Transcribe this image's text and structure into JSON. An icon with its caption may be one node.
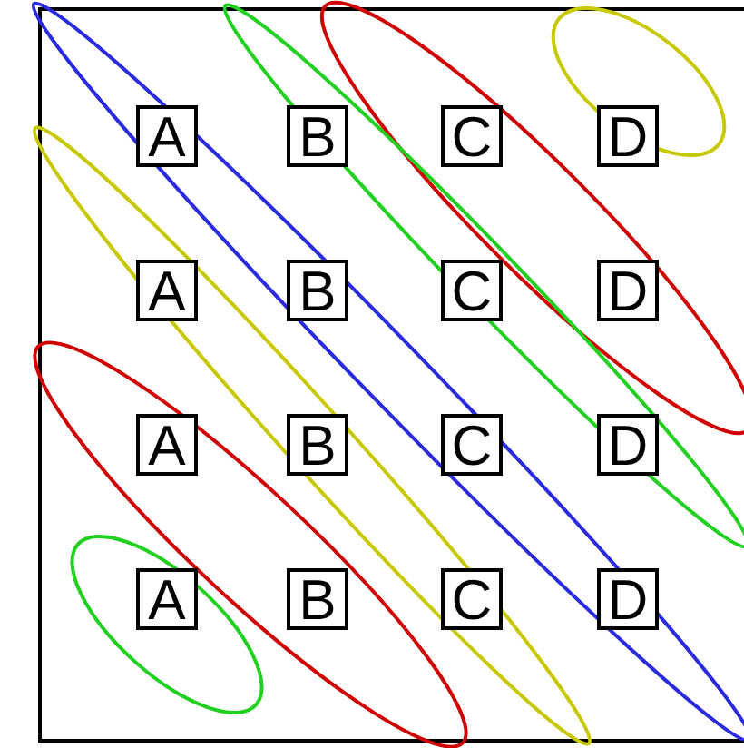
{
  "diagram": {
    "nodes": [
      {
        "text": [
          "A"
        ]
      },
      {
        "text": [
          "B"
        ]
      },
      {
        "text": [
          "C"
        ]
      },
      {
        "text": [
          "D"
        ]
      },
      {
        "text": [
          "A"
        ]
      },
      {
        "text": [
          "B"
        ]
      },
      {
        "text": [
          "C"
        ]
      },
      {
        "text": [
          "D"
        ]
      },
      {
        "text": [
          "A"
        ]
      },
      {
        "text": [
          "B"
        ]
      },
      {
        "text": [
          "C"
        ]
      },
      {
        "text": [
          "D"
        ]
      },
      {
        "text": [
          "A"
        ]
      },
      {
        "text": [
          "B"
        ]
      },
      {
        "text": [
          "C"
        ]
      },
      {
        "text": [
          "D"
        ]
      }
    ]
  }
}
